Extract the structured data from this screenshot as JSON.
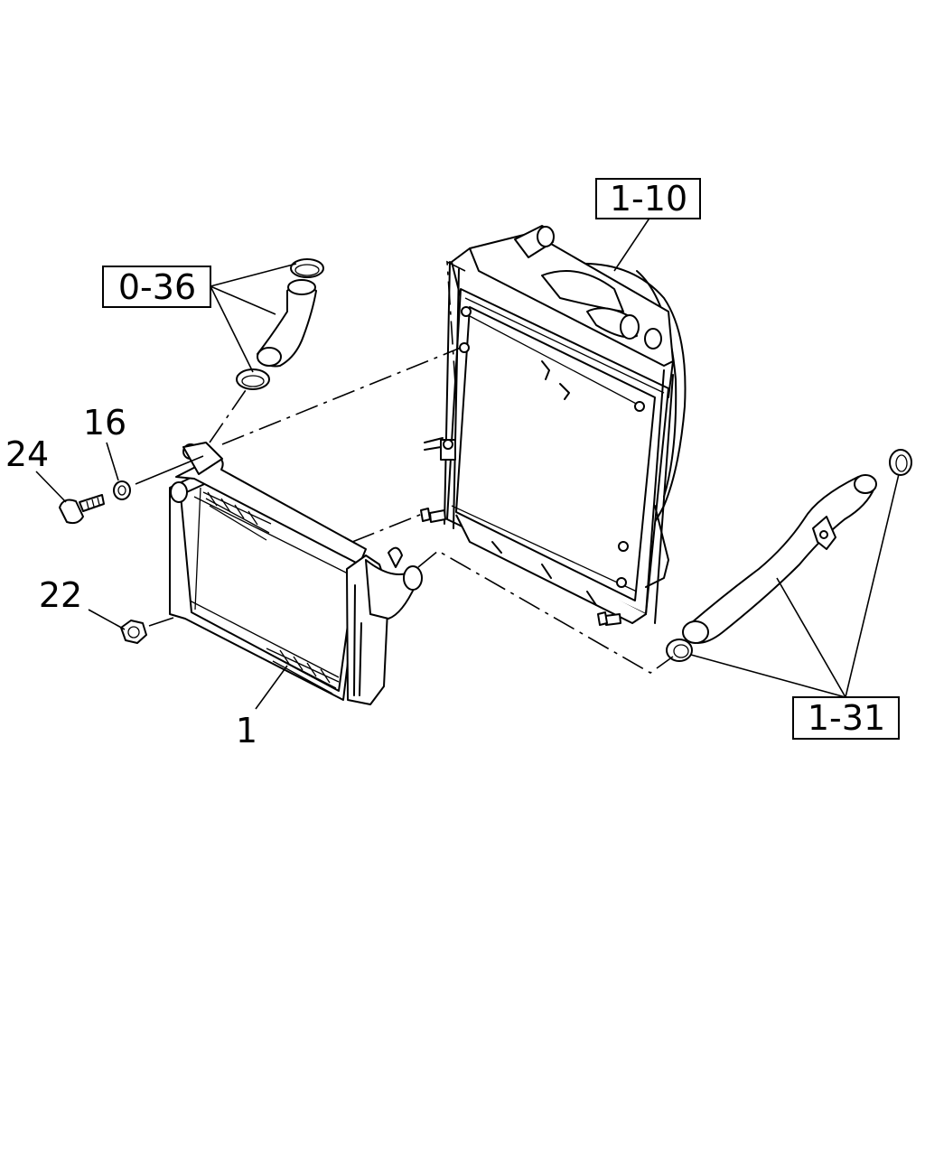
{
  "diagram": {
    "callouts": {
      "part_1": "1",
      "part_16": "16",
      "part_22": "22",
      "part_24": "24"
    },
    "references": {
      "ref_0_36": "0-36",
      "ref_1_10": "1-10",
      "ref_1_31": "1-31"
    }
  }
}
